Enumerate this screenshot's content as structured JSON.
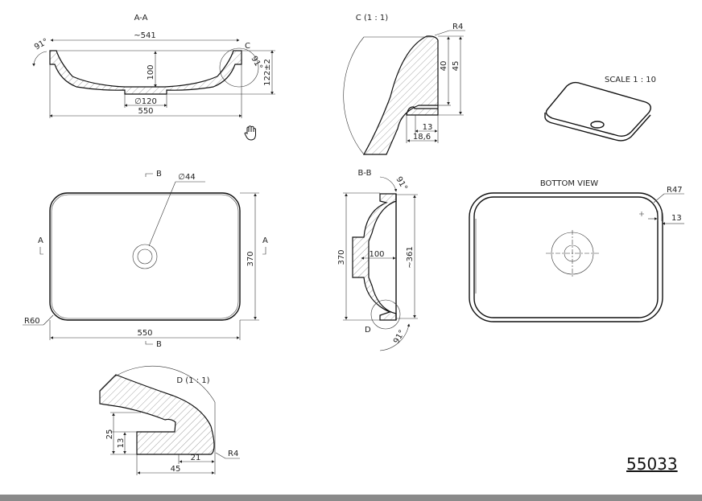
{
  "drawing_number": "55033",
  "section_aa": {
    "title": "A-A",
    "top_width": "~541",
    "depth": "100",
    "drain_dia": "∅120",
    "width": "550",
    "height": "122±2",
    "angle": "91°",
    "angle_right": "91°",
    "detail_ref": "C"
  },
  "detail_c": {
    "title": "C  (1 : 1)",
    "radius": "R4",
    "dim_40": "40",
    "dim_45": "45",
    "dim_13": "13",
    "dim_18_6": "18,6"
  },
  "iso_view": {
    "title": "SCALE 1 : 10"
  },
  "plan_view": {
    "section_b": "B",
    "section_a": "A",
    "drain": "∅44",
    "height": "370",
    "width": "550",
    "radius": "R60"
  },
  "section_bb": {
    "title": "B-B",
    "height": "370",
    "inner": "~361",
    "depth": "100",
    "angle_top": "91°",
    "angle_bottom": "91°",
    "detail_ref": "D"
  },
  "bottom_view": {
    "title": "BOTTOM VIEW",
    "radius": "R47",
    "offset": "13"
  },
  "detail_d": {
    "title": "D  (1 : 1)",
    "dim_25": "25",
    "dim_13": "13",
    "dim_21": "21",
    "dim_45": "45",
    "radius": "R4"
  },
  "cursor": {
    "icon": "hand-cursor-icon"
  }
}
